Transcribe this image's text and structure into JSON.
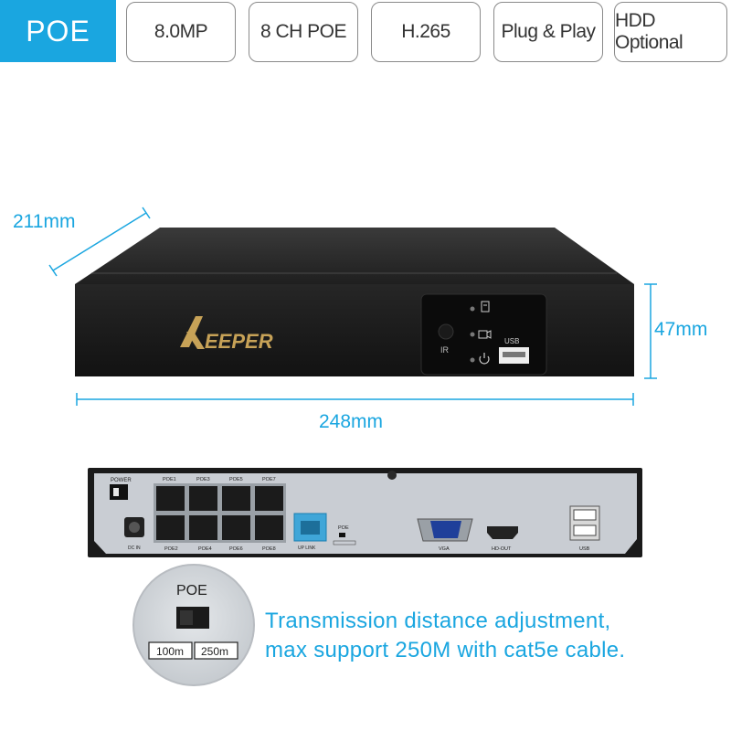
{
  "header": {
    "main_tag": "POE",
    "tags": [
      "8.0MP",
      "8 CH POE",
      "H.265",
      "Plug & Play",
      "HDD Optional"
    ]
  },
  "dimensions": {
    "depth": "211mm",
    "height": "47mm",
    "width": "248mm"
  },
  "front_panel": {
    "brand": "EEPER",
    "ir_label": "IR",
    "usb_label": "USB"
  },
  "rear_panel": {
    "power_label": "POWER",
    "dc_label": "DC IN",
    "poe_top": [
      "POE1",
      "POE3",
      "POE5",
      "POE7"
    ],
    "poe_bottom": [
      "POE2",
      "POE4",
      "POE6",
      "POE8"
    ],
    "uplink_label": "UP LINK",
    "switch_label": "POE",
    "vga_label": "VGA",
    "hdmi_label": "HD-OUT",
    "usb_label": "USB"
  },
  "zoom": {
    "title": "POE",
    "options": [
      "100m",
      "250m"
    ]
  },
  "callout": {
    "line1": "Transmission distance adjustment,",
    "line2": "max support 250M with cat5e cable."
  },
  "colors": {
    "accent": "#1aa6e0",
    "device_body": "#1b1b1b",
    "rear_plate": "#c9cdd3"
  }
}
